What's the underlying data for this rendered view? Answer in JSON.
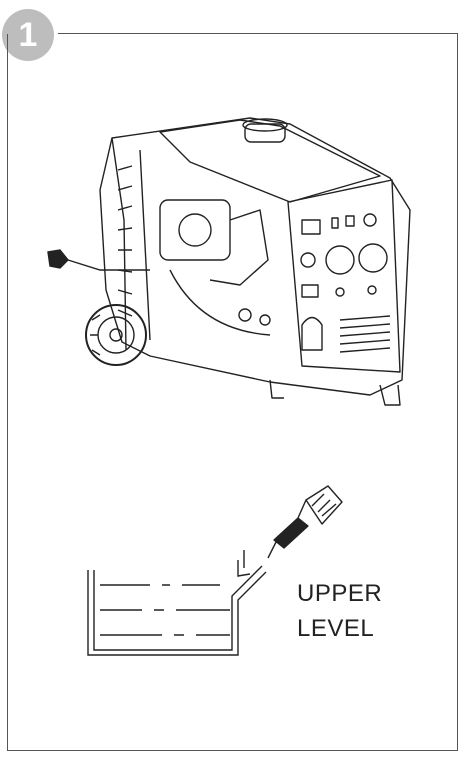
{
  "step": {
    "number": "1"
  },
  "diagram": {
    "generator_icon": "inverter-generator-icon",
    "dipstick_icon": "oil-dipstick-icon",
    "label_line1": "UPPER",
    "label_line2": "LEVEL"
  },
  "colors": {
    "badge": "#bdbdbd",
    "line": "#555555"
  }
}
